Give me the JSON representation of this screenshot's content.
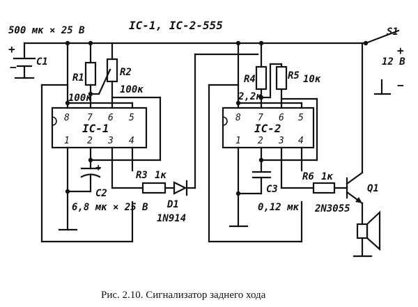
{
  "title": "IC-1, IC-2-555",
  "battery": {
    "label": "C1",
    "value": "500 мк × 25 В",
    "plus": "+",
    "minus": "−"
  },
  "switch": {
    "label": "S1",
    "voltage": "12 В",
    "plus": "+",
    "minus": "−"
  },
  "ic1": {
    "label": "IC-1",
    "pins_top": [
      "8",
      "7",
      "6",
      "5"
    ],
    "pins_bottom": [
      "1",
      "2",
      "3",
      "4"
    ]
  },
  "ic2": {
    "label": "IC-2",
    "pins_top": [
      "8",
      "7",
      "6",
      "5"
    ],
    "pins_bottom": [
      "1",
      "2",
      "3",
      "4"
    ]
  },
  "r1": {
    "label": "R1",
    "value": "100к"
  },
  "r2": {
    "label": "R2",
    "value": "100к"
  },
  "r3": {
    "label": "R3",
    "value": "1к"
  },
  "r4": {
    "label": "R4",
    "value": "2,2к"
  },
  "r5": {
    "label": "R5",
    "value": "10к"
  },
  "r6": {
    "label": "R6",
    "value": "1к"
  },
  "c2": {
    "label": "C2",
    "value": "6,8 мк × 25 В",
    "plus": "+"
  },
  "c3": {
    "label": "C3",
    "value": "0,12 мк"
  },
  "d1": {
    "label": "D1",
    "part": "1N914"
  },
  "q1": {
    "label": "Q1",
    "part": "2N3055"
  },
  "caption": "Рис. 2.10. Сигнализатор заднего хода"
}
